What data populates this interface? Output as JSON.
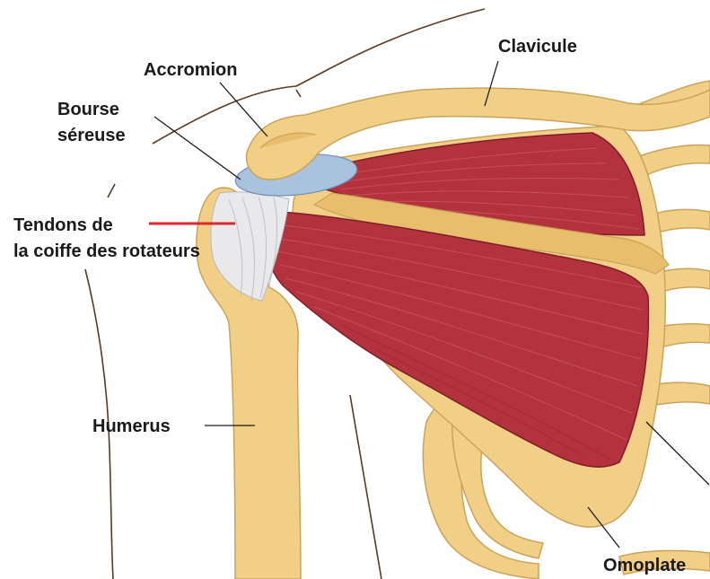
{
  "labels": {
    "acromion": "Accromion",
    "clavicule": "Clavicule",
    "bourse_line1": "Bourse",
    "bourse_line2": "séreuse",
    "tendons_line1": "Tendons de",
    "tendons_line2": "la coiffe des rotateurs",
    "humerus": "Humerus",
    "omoplate": "Omoplate"
  },
  "colors": {
    "bone": "#f2cf86",
    "muscle": "#b3323e",
    "tendon": "#e9e8ea",
    "bursa": "#a9c2dd",
    "highlight_leader": "#e0262b"
  }
}
